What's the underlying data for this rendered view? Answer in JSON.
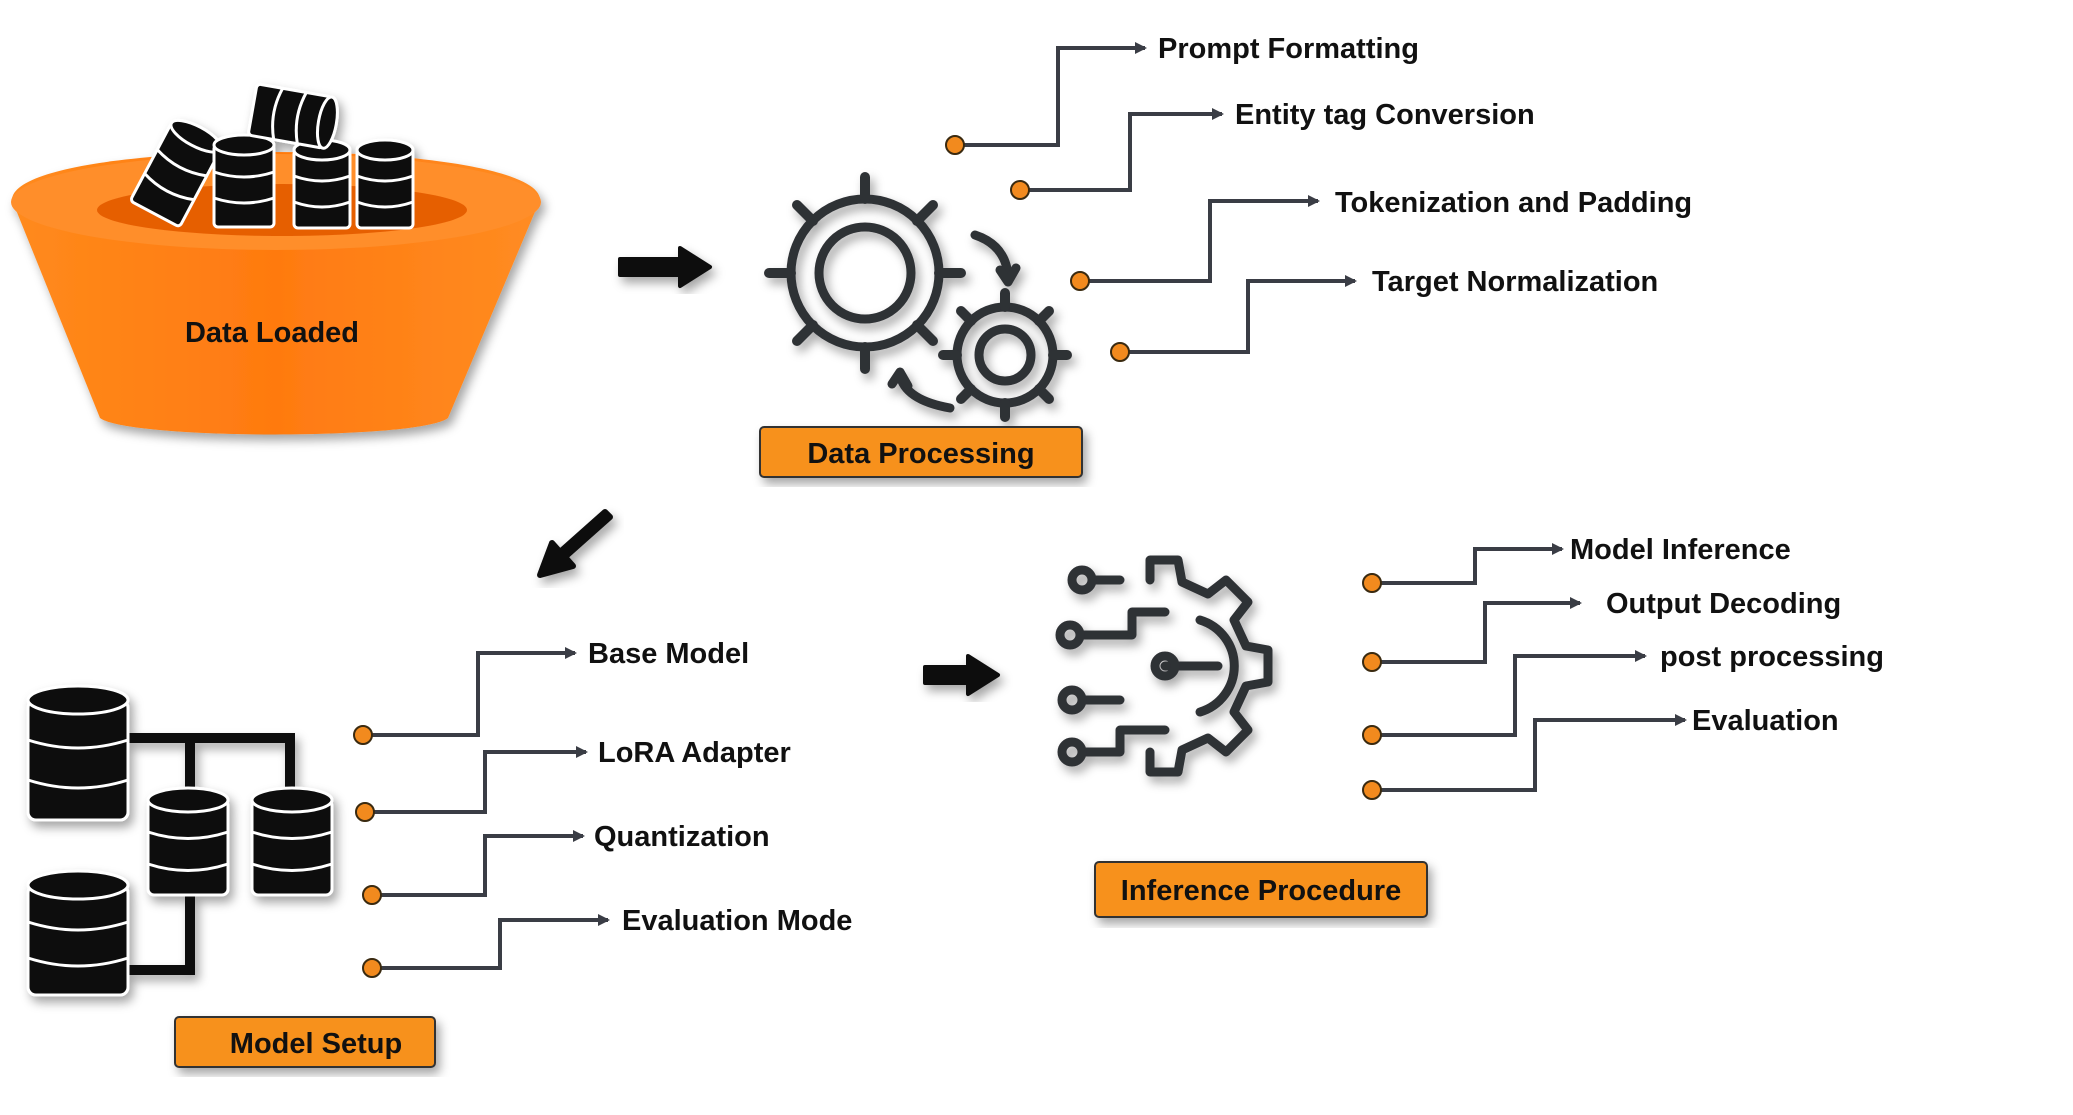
{
  "colors": {
    "accent": "#f7911e",
    "accent_dark": "#e86f0e",
    "connector": "#3a3d45",
    "icon": "#2f3035",
    "dot": "#f28a1e"
  },
  "stages": {
    "data_loaded": {
      "label": "Data Loaded",
      "icon": "funnel-with-database-cylinders-icon"
    },
    "data_processing": {
      "label": "Data Processing",
      "icon": "gears-icon",
      "steps": [
        "Prompt Formatting",
        "Entity tag Conversion",
        "Tokenization and Padding",
        "Target Normalization"
      ]
    },
    "model_setup": {
      "label": "Model Setup",
      "icon": "database-network-icon",
      "steps": [
        "Base Model",
        "LoRA Adapter",
        "Quantization",
        "Evaluation Mode"
      ]
    },
    "inference_procedure": {
      "label": "Inference Procedure",
      "icon": "ai-gear-circuit-icon",
      "steps": [
        "Model Inference",
        "Output Decoding",
        "post processing",
        "Evaluation"
      ]
    }
  },
  "arrows": [
    "arrow-right-icon",
    "arrow-down-left-icon",
    "arrow-right-icon"
  ]
}
